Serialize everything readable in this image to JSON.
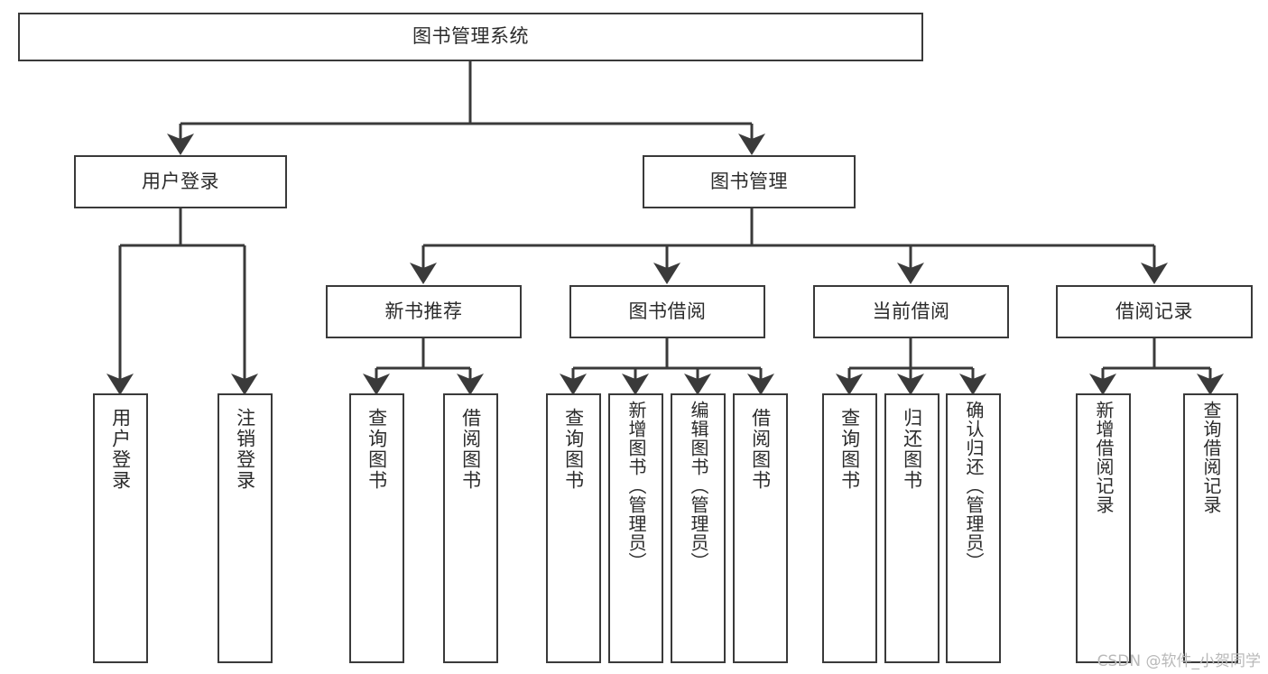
{
  "diagram": {
    "title": "图书管理系统",
    "type": "tree",
    "root": {
      "id": "root",
      "label": "图书管理系统",
      "orientation": "horizontal"
    },
    "level2": [
      {
        "id": "user-login",
        "label": "用户登录",
        "orientation": "horizontal"
      },
      {
        "id": "book-management",
        "label": "图书管理",
        "orientation": "horizontal"
      }
    ],
    "level3": [
      {
        "id": "new-book-recommend",
        "label": "新书推荐",
        "orientation": "horizontal",
        "parent": "book-management"
      },
      {
        "id": "book-borrow",
        "label": "图书借阅",
        "orientation": "horizontal",
        "parent": "book-management"
      },
      {
        "id": "current-borrow",
        "label": "当前借阅",
        "orientation": "horizontal",
        "parent": "book-management"
      },
      {
        "id": "borrow-record",
        "label": "借阅记录",
        "orientation": "horizontal",
        "parent": "book-management"
      }
    ],
    "leaves": [
      {
        "id": "leaf-user-login",
        "label": "用户登录",
        "orientation": "vertical",
        "parent": "user-login"
      },
      {
        "id": "leaf-user-logout",
        "label": "注销登录",
        "orientation": "vertical",
        "parent": "user-login"
      },
      {
        "id": "leaf-query-book-1",
        "label": "查询图书",
        "orientation": "vertical",
        "parent": "new-book-recommend"
      },
      {
        "id": "leaf-borrow-book-1",
        "label": "借阅图书",
        "orientation": "vertical",
        "parent": "new-book-recommend"
      },
      {
        "id": "leaf-query-book-2",
        "label": "查询图书",
        "orientation": "vertical",
        "parent": "book-borrow"
      },
      {
        "id": "leaf-add-book",
        "label": "新增图书（管理员）",
        "orientation": "vertical",
        "parent": "book-borrow"
      },
      {
        "id": "leaf-edit-book",
        "label": "编辑图书（管理员）",
        "orientation": "vertical",
        "parent": "book-borrow"
      },
      {
        "id": "leaf-borrow-book-2",
        "label": "借阅图书",
        "orientation": "vertical",
        "parent": "book-borrow"
      },
      {
        "id": "leaf-query-book-3",
        "label": "查询图书",
        "orientation": "vertical",
        "parent": "current-borrow"
      },
      {
        "id": "leaf-return-book",
        "label": "归还图书",
        "orientation": "vertical",
        "parent": "current-borrow"
      },
      {
        "id": "leaf-confirm-return",
        "label": "确认归还（管理员）",
        "orientation": "vertical",
        "parent": "current-borrow"
      },
      {
        "id": "leaf-add-record",
        "label": "新增借阅记录",
        "orientation": "vertical",
        "parent": "borrow-record"
      },
      {
        "id": "leaf-query-record",
        "label": "查询借阅记录",
        "orientation": "vertical",
        "parent": "borrow-record"
      }
    ],
    "colors": {
      "box_border": "#3a3a3a",
      "box_fill": "#ffffff",
      "connector": "#3a3a3a",
      "text": "#2b2b2b",
      "watermark": "#b9b9b9",
      "background": "#ffffff"
    }
  },
  "watermark": {
    "text": "CSDN @软件_小贺同学"
  }
}
